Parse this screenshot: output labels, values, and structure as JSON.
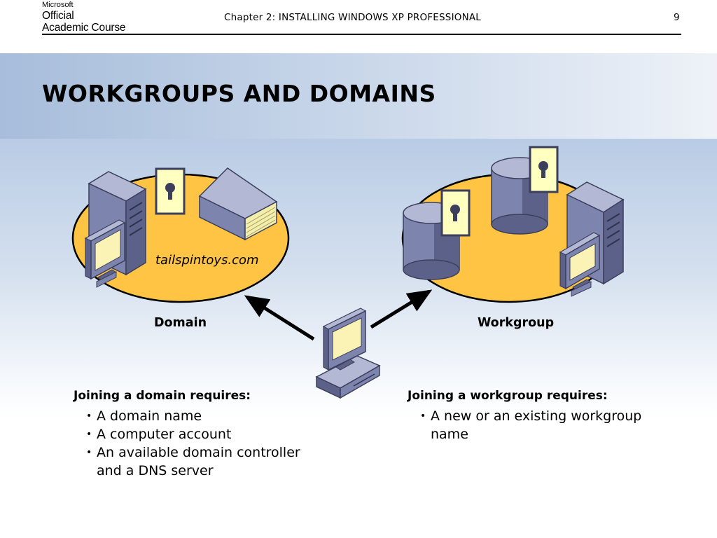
{
  "header": {
    "logo_microsoft": "Microsoft",
    "logo_line2": "Official",
    "logo_line3": "Academic Course",
    "chapter_title": "Chapter 2: INSTALLING WINDOWS XP PROFESSIONAL",
    "page_number": "9"
  },
  "slide": {
    "title": "WORKGROUPS AND DOMAINS"
  },
  "diagram": {
    "domain_label": "Domain",
    "workgroup_label": "Workgroup",
    "domain_name": "tailspintoys.com"
  },
  "domain_requirements": {
    "heading": "Joining a domain requires:",
    "items": [
      "A domain name",
      "A computer account",
      "An available domain controller",
      "and a DNS server"
    ]
  },
  "workgroup_requirements": {
    "heading": "Joining a workgroup requires:",
    "items": [
      "A new or an existing workgroup",
      "name"
    ]
  },
  "colors": {
    "ellipse_fill": "#ffc444",
    "device_blue": "#7d84ad",
    "card_fill": "#ffffc0",
    "screen_fill": "#fbf3b5"
  }
}
